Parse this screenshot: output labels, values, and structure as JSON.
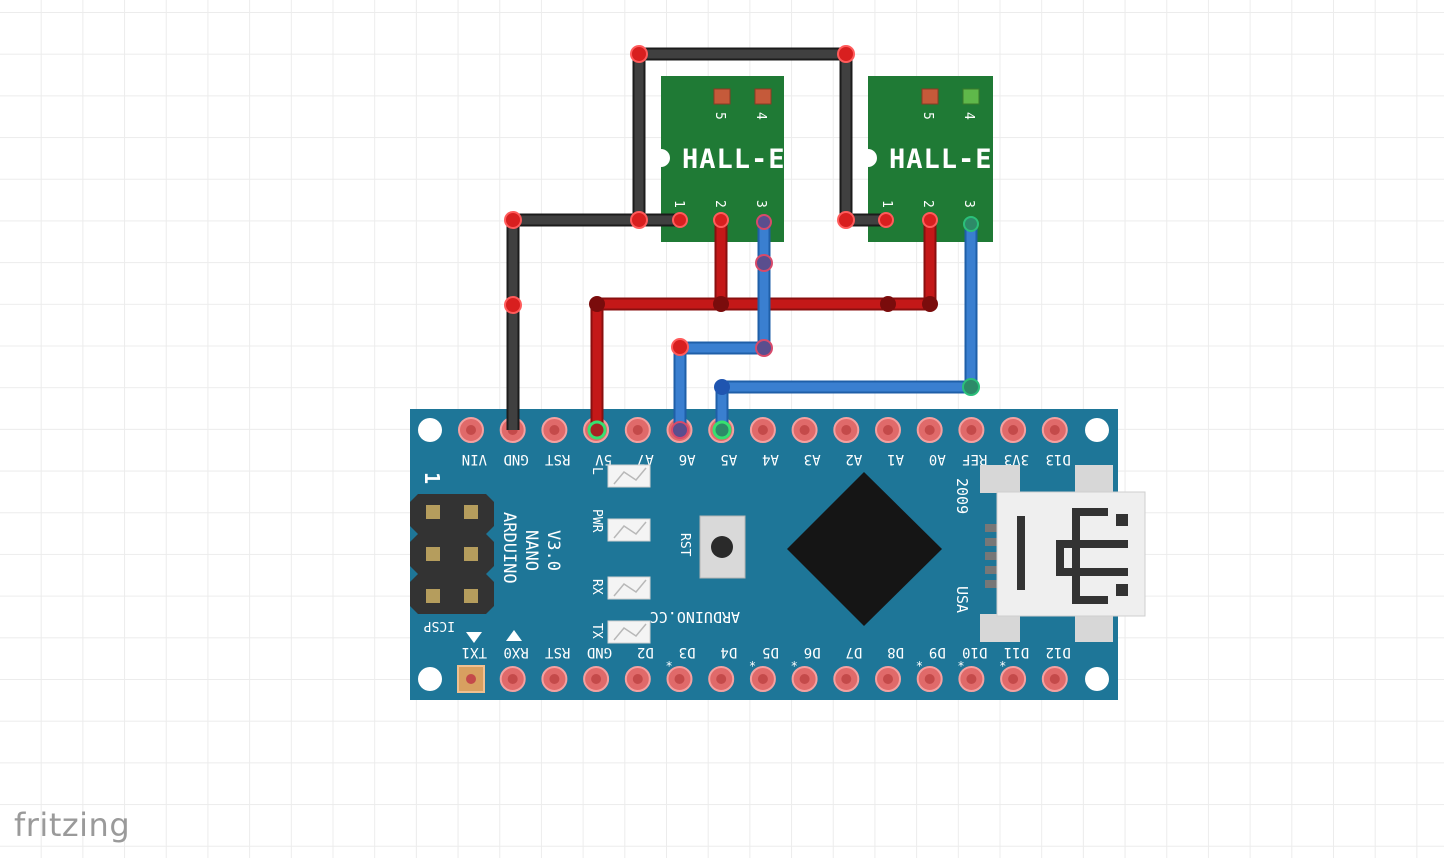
{
  "sensors": [
    {
      "label": "HALL-E",
      "pins": [
        "1",
        "2",
        "3",
        "4",
        "5"
      ]
    },
    {
      "label": "HALL-E",
      "pins": [
        "1",
        "2",
        "3",
        "4",
        "5"
      ]
    }
  ],
  "arduino": {
    "name_lines": [
      "ARDUINO",
      "NANO",
      "V3.0"
    ],
    "website": "ARDUINO.CC",
    "reset_label": "RST",
    "icsp_label": "ICSP",
    "icsp_number": "1",
    "year": "2009",
    "country": "USA",
    "leds": [
      "L",
      "PWR",
      "RX",
      "TX"
    ],
    "top_pins": [
      "VIN",
      "GND",
      "RST",
      "5V",
      "A7",
      "A6",
      "A5",
      "A4",
      "A3",
      "A2",
      "A1",
      "A0",
      "REF",
      "3V3",
      "D13"
    ],
    "bottom_pins": [
      "TX1",
      "RX0",
      "RST",
      "GND",
      "D2",
      "D3",
      "D4",
      "D5",
      "D6",
      "D7",
      "D8",
      "D9",
      "D10",
      "D11",
      "D12"
    ]
  },
  "colors": {
    "board": "#1e7698",
    "sensor_pcb": "#1f7a35",
    "wire_black": "#404040",
    "wire_red": "#c41818",
    "wire_blue": "#3a7fd0"
  },
  "watermark": "fritzing"
}
